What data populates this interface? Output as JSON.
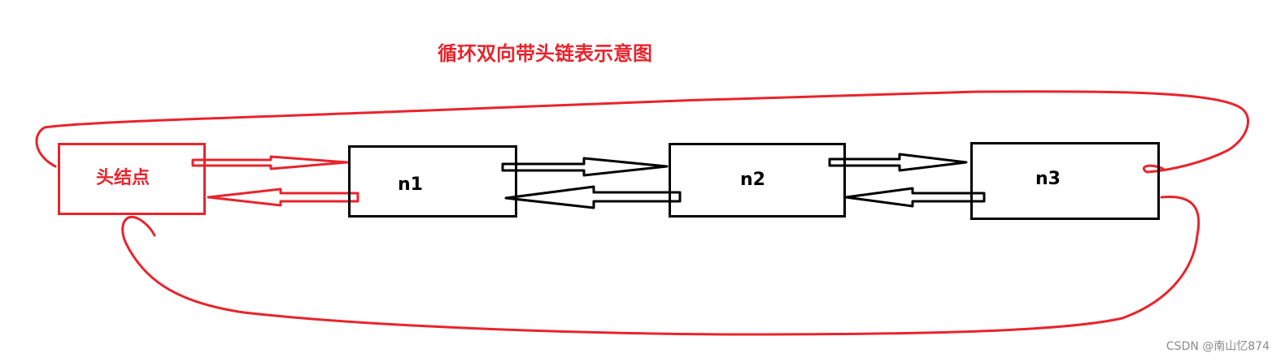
{
  "diagram": {
    "title": "循环双向带头链表示意图",
    "nodes": [
      {
        "id": "head",
        "label": "头结点"
      },
      {
        "id": "n1",
        "label": "n1"
      },
      {
        "id": "n2",
        "label": "n2"
      },
      {
        "id": "n3",
        "label": "n3"
      }
    ],
    "colors": {
      "highlight": "#e8242c",
      "node_border": "#000000",
      "watermark": "#8a8a8a"
    }
  },
  "watermark": "CSDN @南山忆874"
}
